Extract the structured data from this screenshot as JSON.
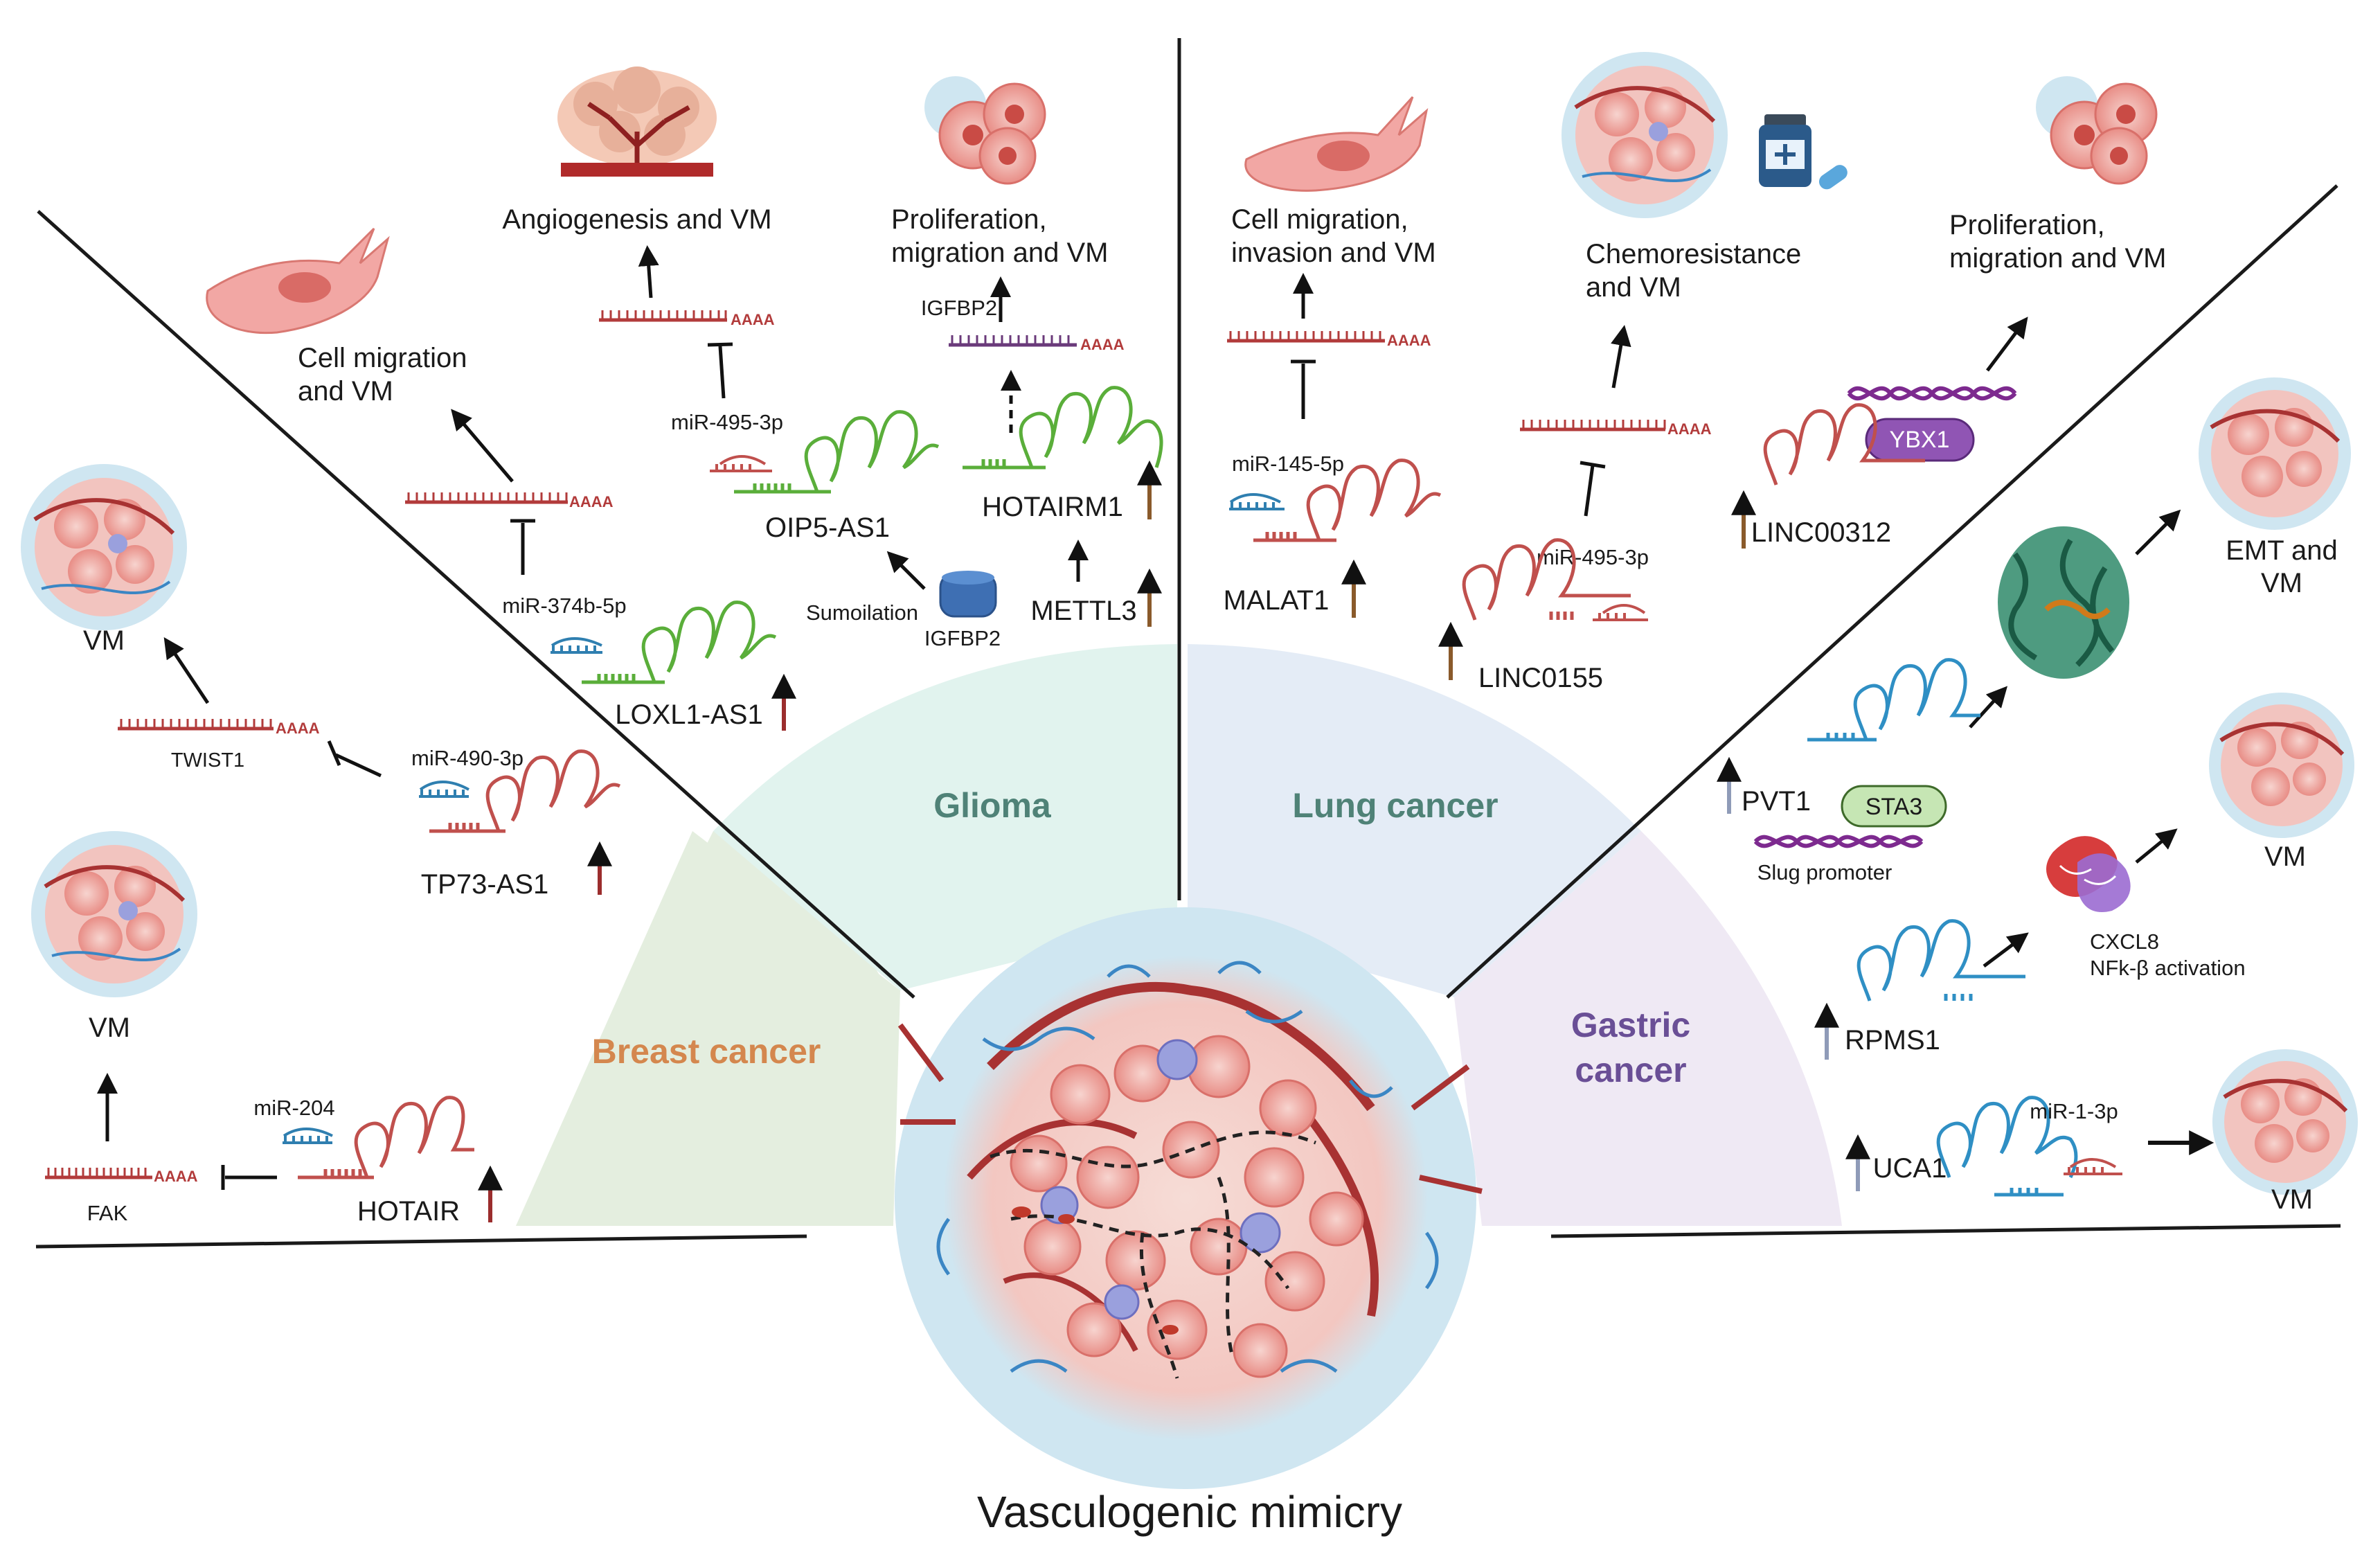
{
  "title": "Vasculogenic mimicry",
  "sectors": {
    "breast": {
      "name": "Breast cancer",
      "color": "#d4874e",
      "fill": "#e4eedf"
    },
    "glioma": {
      "name": "Glioma",
      "color": "#4f8277",
      "fill": "#e1f3ee"
    },
    "lung": {
      "name": "Lung cancer",
      "color": "#4f8277",
      "fill": "#e4ecf6"
    },
    "gastric": {
      "name_line1": "Gastric",
      "name_line2": "cancer",
      "color": "#6a4f96",
      "fill": "#efe9f4"
    }
  },
  "breast": {
    "hotair": {
      "gene": "HOTAIR",
      "mirna": "miR-204",
      "target": "FAK",
      "outcome": "VM"
    },
    "tp73": {
      "gene": "TP73-AS1",
      "mirna": "miR-490-3p",
      "target": "TWIST1",
      "outcome": "VM"
    },
    "loxl1": {
      "gene": "LOXL1-AS1",
      "mirna": "miR-374b-5p",
      "outcome_line1": "Cell migration",
      "outcome_line2": "and VM"
    }
  },
  "glioma": {
    "oip5": {
      "gene": "OIP5-AS1",
      "mirna": "miR-495-3p",
      "upstream": "Sumoilation",
      "protein": "IGFBP2",
      "outcome": "Angiogenesis and VM"
    },
    "hotairm1": {
      "gene": "HOTAIRM1",
      "regulator": "METTL3",
      "target": "IGFBP2",
      "outcome_line1": "Proliferation,",
      "outcome_line2": "migration and VM"
    }
  },
  "lung": {
    "malat1": {
      "gene": "MALAT1",
      "mirna": "miR-145-5p",
      "outcome_line1": "Cell migration,",
      "outcome_line2": "invasion and VM"
    },
    "linc0155": {
      "gene": "LINC0155",
      "mirna": "miR-495-3p",
      "outcome_line1": "Chemoresistance",
      "outcome_line2": "and VM"
    }
  },
  "gastric": {
    "linc00312": {
      "gene": "LINC00312",
      "partner": "YBX1",
      "outcome_line1": "Proliferation,",
      "outcome_line2": "migration and VM"
    },
    "pvt1": {
      "gene": "PVT1",
      "partner": "STA3",
      "dna": "Slug promoter",
      "outcome_line1": "EMT and",
      "outcome_line2": "VM"
    },
    "rpms1": {
      "gene": "RPMS1",
      "mediator_line1": "CXCL8",
      "mediator_line2": "NFk-β activation",
      "outcome": "VM"
    },
    "uca1": {
      "gene": "UCA1",
      "mirna": "miR-1-3p",
      "outcome": "VM"
    }
  },
  "colors": {
    "lnc_red": "#c0504d",
    "lnc_green": "#5aae3a",
    "lnc_blue": "#2f8fc4",
    "mirna_blue": "#2f7fb0",
    "mrna_red": "#b23b3b",
    "mrna_purple": "#6a3a7a",
    "up_brown": "#8a5a2b",
    "up_darkred": "#9b2d2d",
    "up_slate": "#8f9bb8",
    "dna_purple": "#7d2a8f",
    "ybx1": "#9055b4",
    "sta3": "#c6e6b4",
    "igfbp2": "#3e6fb3"
  }
}
